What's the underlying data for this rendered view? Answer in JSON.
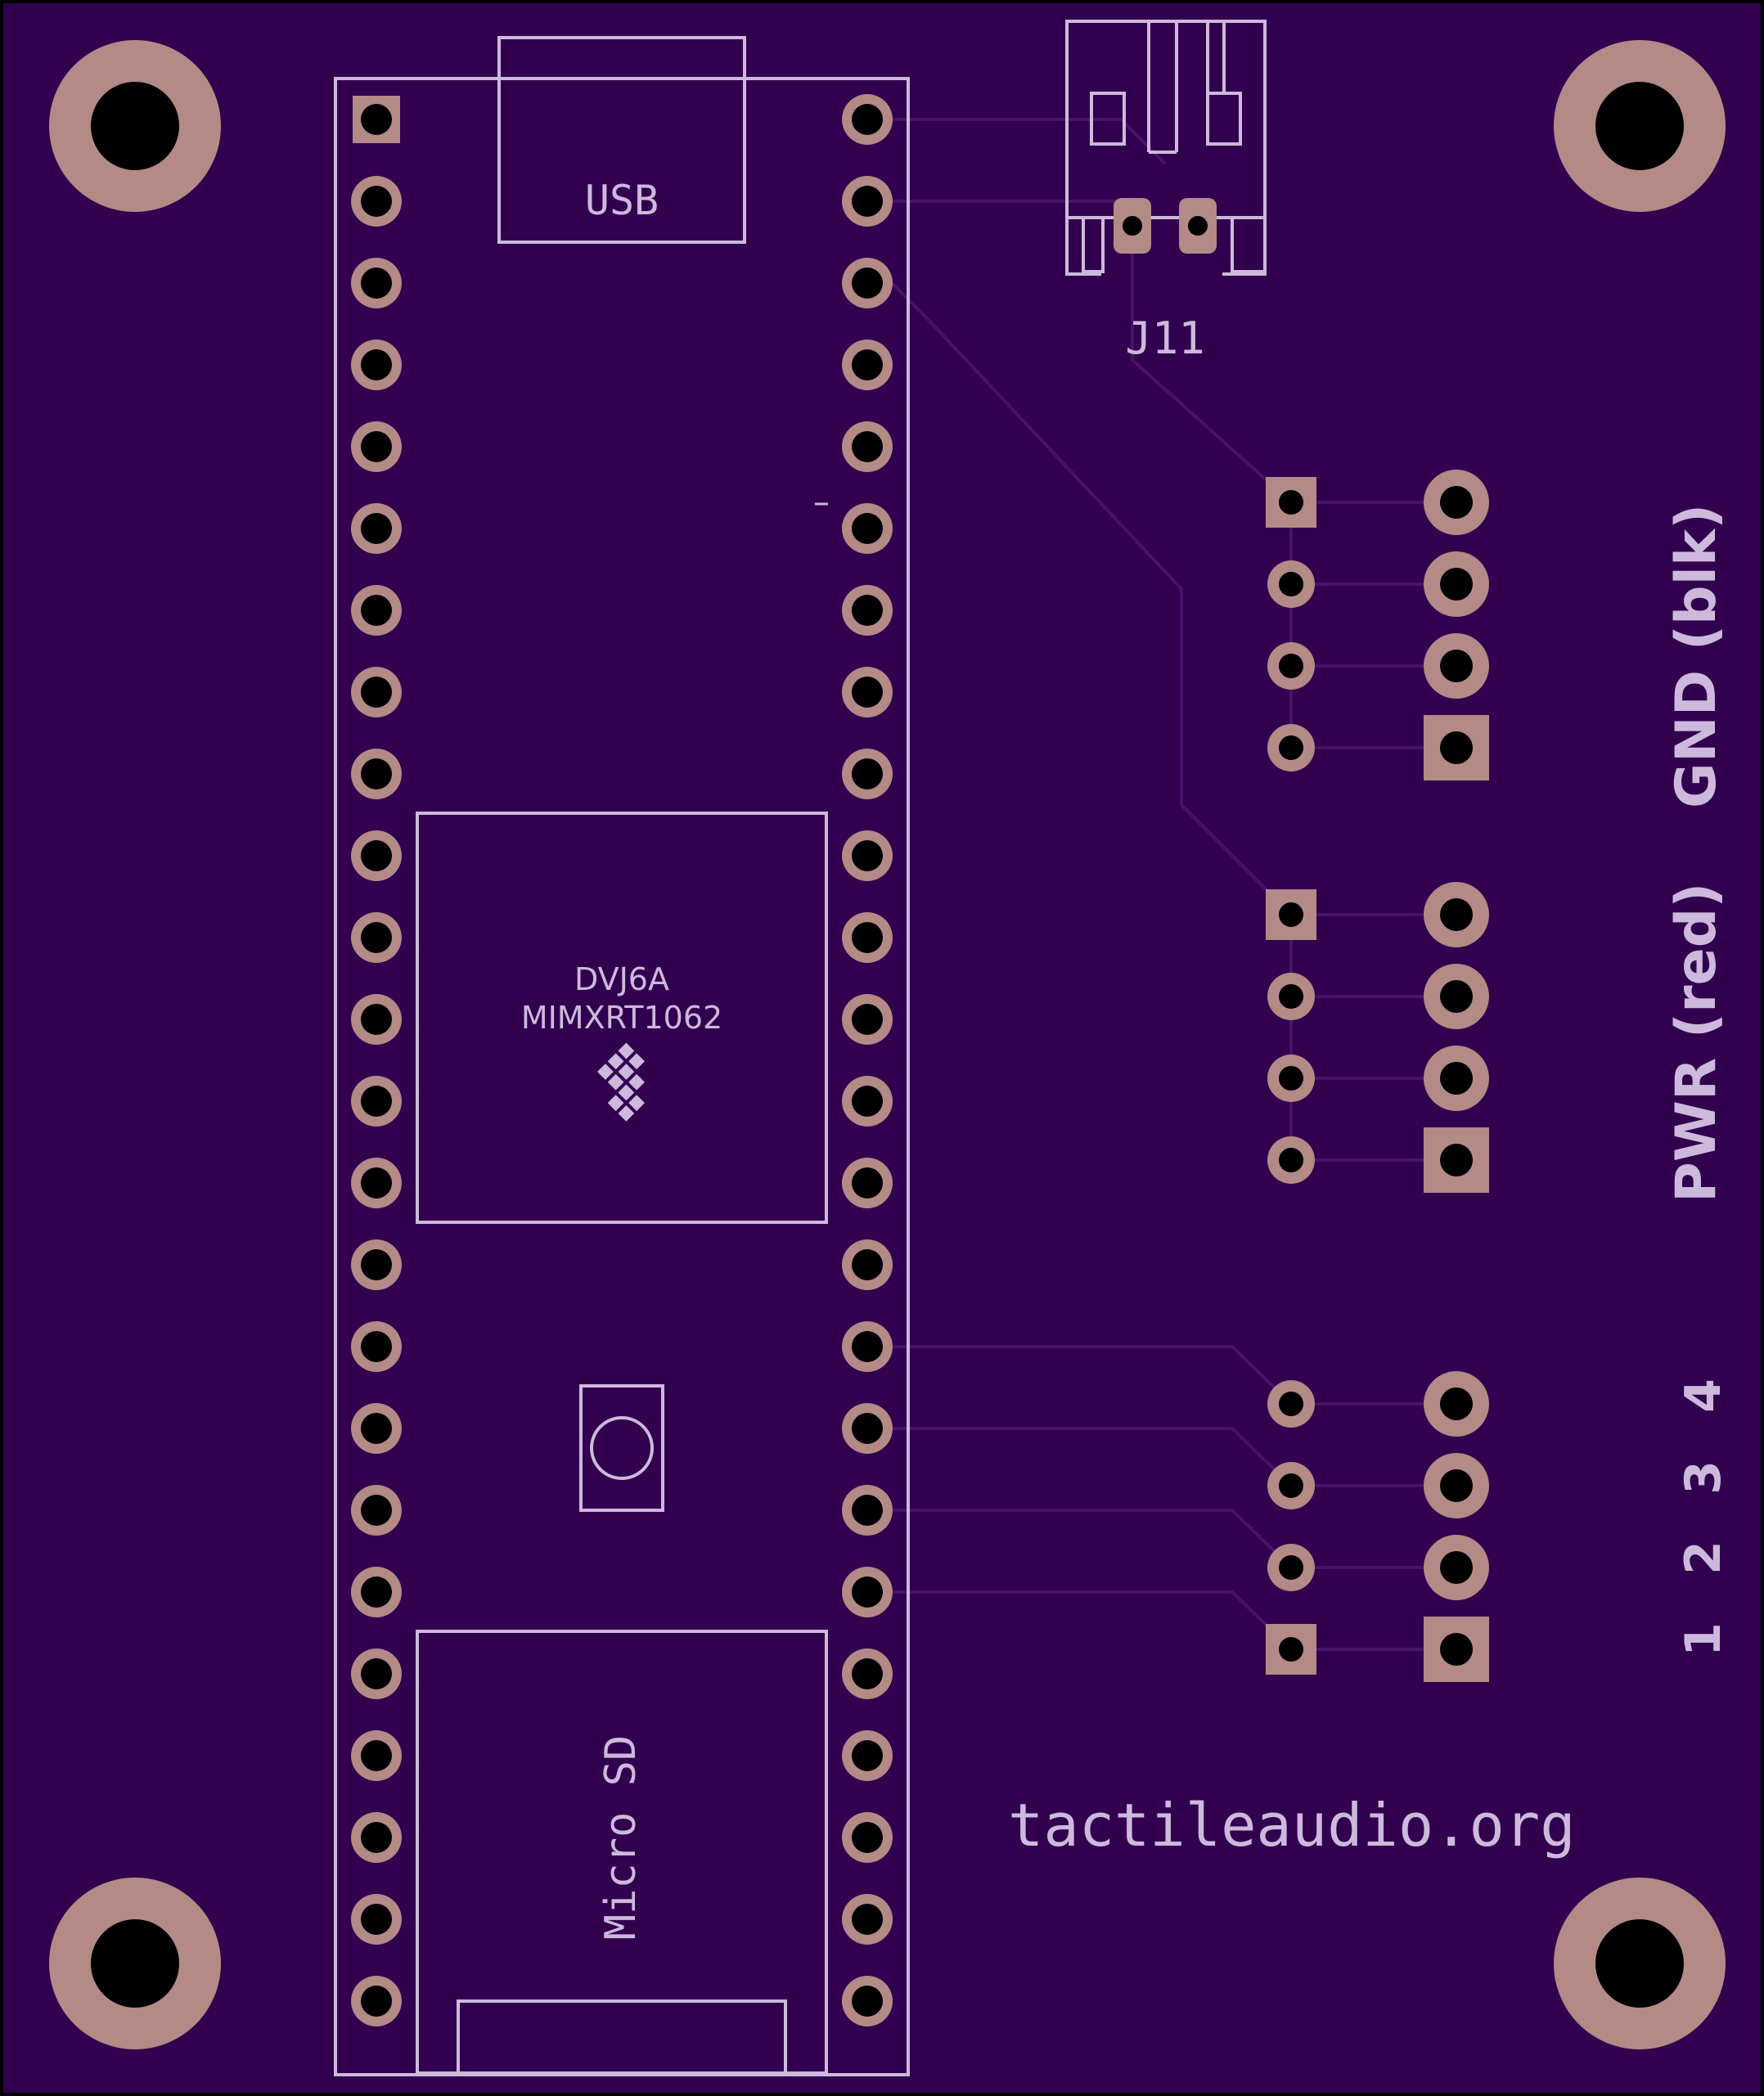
{
  "colors": {
    "board": "#31004f",
    "edge": "#000000",
    "silkscreen": "#cdb9dc",
    "copper": "#b38a86",
    "drill": "#000000",
    "trace": "#46146a"
  },
  "labels": {
    "usb": "USB",
    "chip_line1": "DVJ6A",
    "chip_line2": "MIMXRT1062",
    "micro_sd": "Micro SD",
    "connector": "J11",
    "pwr": "PWR (red)",
    "gnd": "GND (blk)",
    "website": "tactileaudio.org",
    "pin_1": "1",
    "pin_2": "2",
    "pin_3": "3",
    "pin_4": "4"
  },
  "icons": {
    "logo": "nxp-logo-icon",
    "button": "push-button-icon"
  }
}
